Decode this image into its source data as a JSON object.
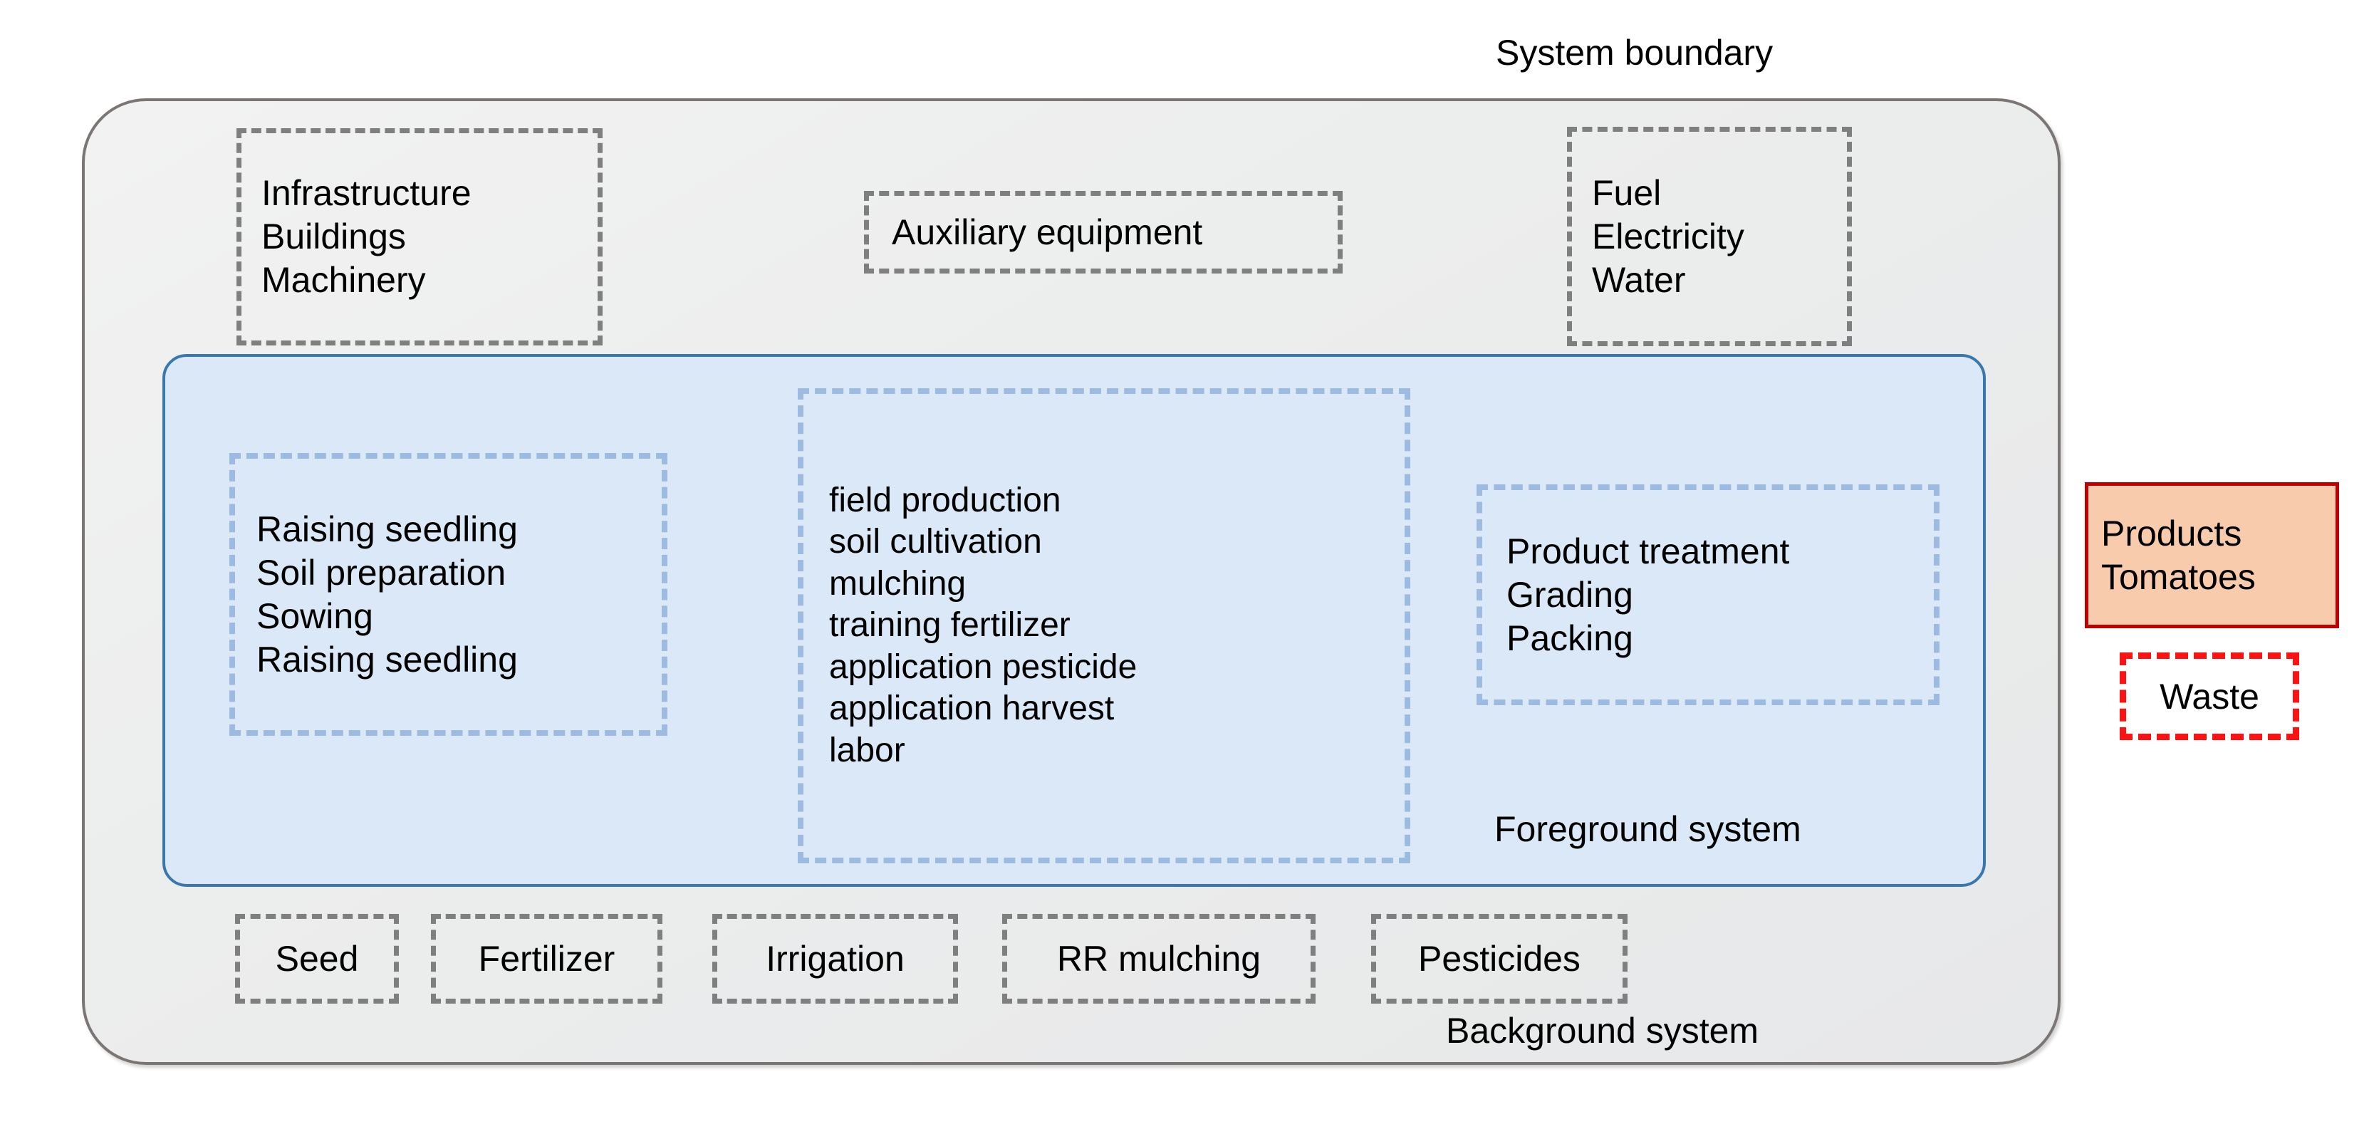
{
  "diagram": {
    "title_labels": {
      "system_boundary": "System boundary",
      "foreground_system": "Foreground system",
      "background_system": "Background system"
    },
    "colors": {
      "system_boundary_border": "#7b7673",
      "system_boundary_fill": "#eceded",
      "foreground_border": "#3a77ad",
      "foreground_fill": "#dbe8f7",
      "gray_dashed_border": "#7f7f7f",
      "blue_dashed_border": "#9dbbe0",
      "products_border": "#c00000",
      "products_fill": "#f8cbad",
      "waste_border": "#fc1212",
      "text": "#000000"
    },
    "inputs_top": {
      "infrastructure": {
        "lines": [
          "Infrastructure",
          "Buildings",
          "Machinery"
        ]
      },
      "auxiliary": {
        "label": "Auxiliary equipment"
      },
      "fuel": {
        "lines": [
          "Fuel",
          "Electricity",
          "Water"
        ]
      }
    },
    "foreground": {
      "seedling": {
        "lines": [
          "Raising seedling",
          "Soil preparation",
          "Sowing",
          "Raising seedling"
        ]
      },
      "field": {
        "lines": [
          "field production",
          "soil cultivation",
          "mulching",
          "training fertilizer",
          "application pesticide",
          "application harvest",
          "labor"
        ]
      },
      "product": {
        "lines": [
          "Product treatment",
          "Grading",
          "Packing"
        ]
      }
    },
    "background_inputs": [
      {
        "label": "Seed"
      },
      {
        "label": "Fertilizer"
      },
      {
        "label": "Irrigation"
      },
      {
        "label": "RR mulching"
      },
      {
        "label": "Pesticides"
      }
    ],
    "outputs": {
      "products": {
        "lines": [
          "Products",
          "Tomatoes"
        ]
      },
      "waste": {
        "label": "Waste"
      }
    }
  }
}
